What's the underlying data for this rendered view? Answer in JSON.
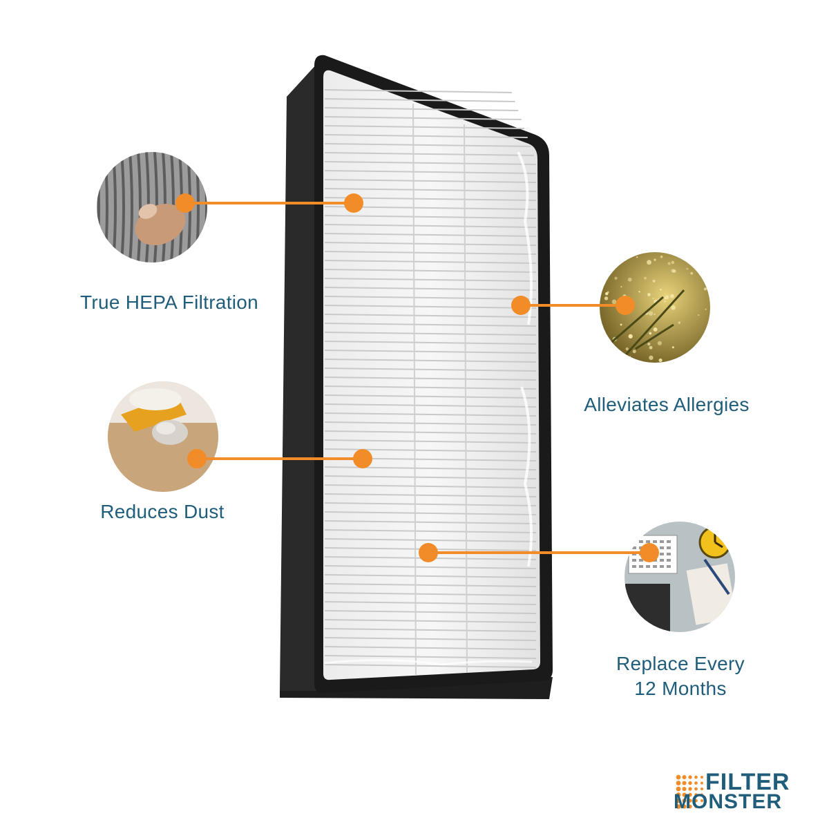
{
  "features": {
    "hepa": "True HEPA Filtration",
    "allergies": "Alleviates Allergies",
    "dust": "Reduces Dust",
    "replace_line1": "Replace Every",
    "replace_line2": "12 Months"
  },
  "logo": {
    "word1": "FILTER",
    "word2": "MONSTER"
  },
  "colors": {
    "accent_orange": "#f28c28",
    "text_blue": "#1f5d7a",
    "frame_black": "#1a1a1a"
  }
}
